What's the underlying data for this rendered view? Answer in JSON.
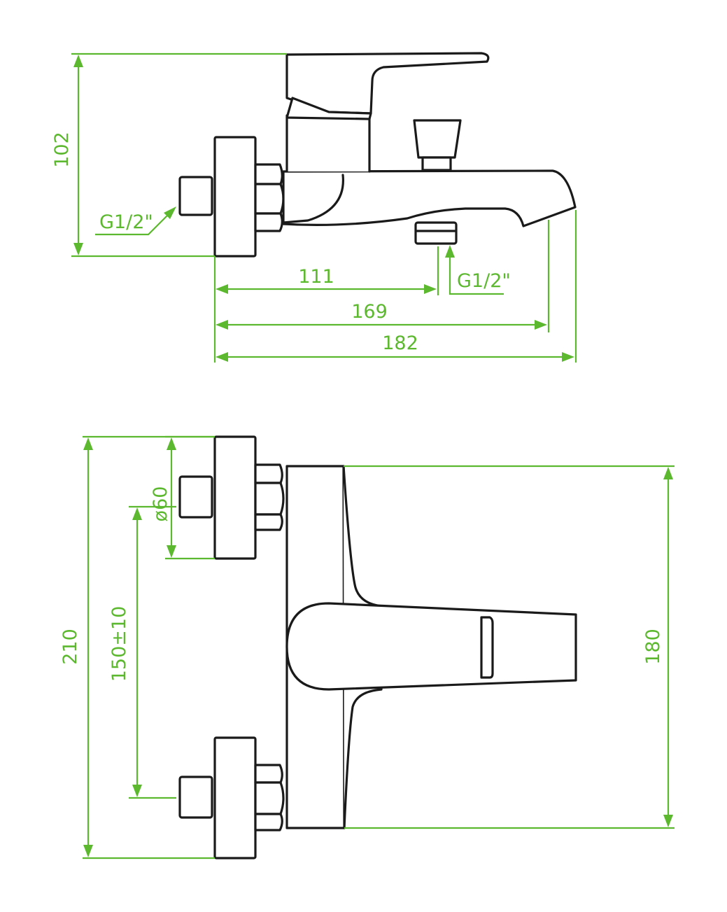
{
  "colors": {
    "outline": "#1a1a1a",
    "dimension": "#5cb82e",
    "background": "#ffffff"
  },
  "side_view": {
    "height_label": "102",
    "inlet_thread_label": "G1/2\"",
    "outlet_thread_label": "G1/2\"",
    "length_to_outlet_label": "111",
    "length_to_spout_tip_label": "169",
    "overall_length_label": "182"
  },
  "front_view": {
    "overall_height_label": "210",
    "flange_diameter_label": "ø60",
    "inlet_spacing_label": "150±10",
    "body_height_label": "180"
  }
}
